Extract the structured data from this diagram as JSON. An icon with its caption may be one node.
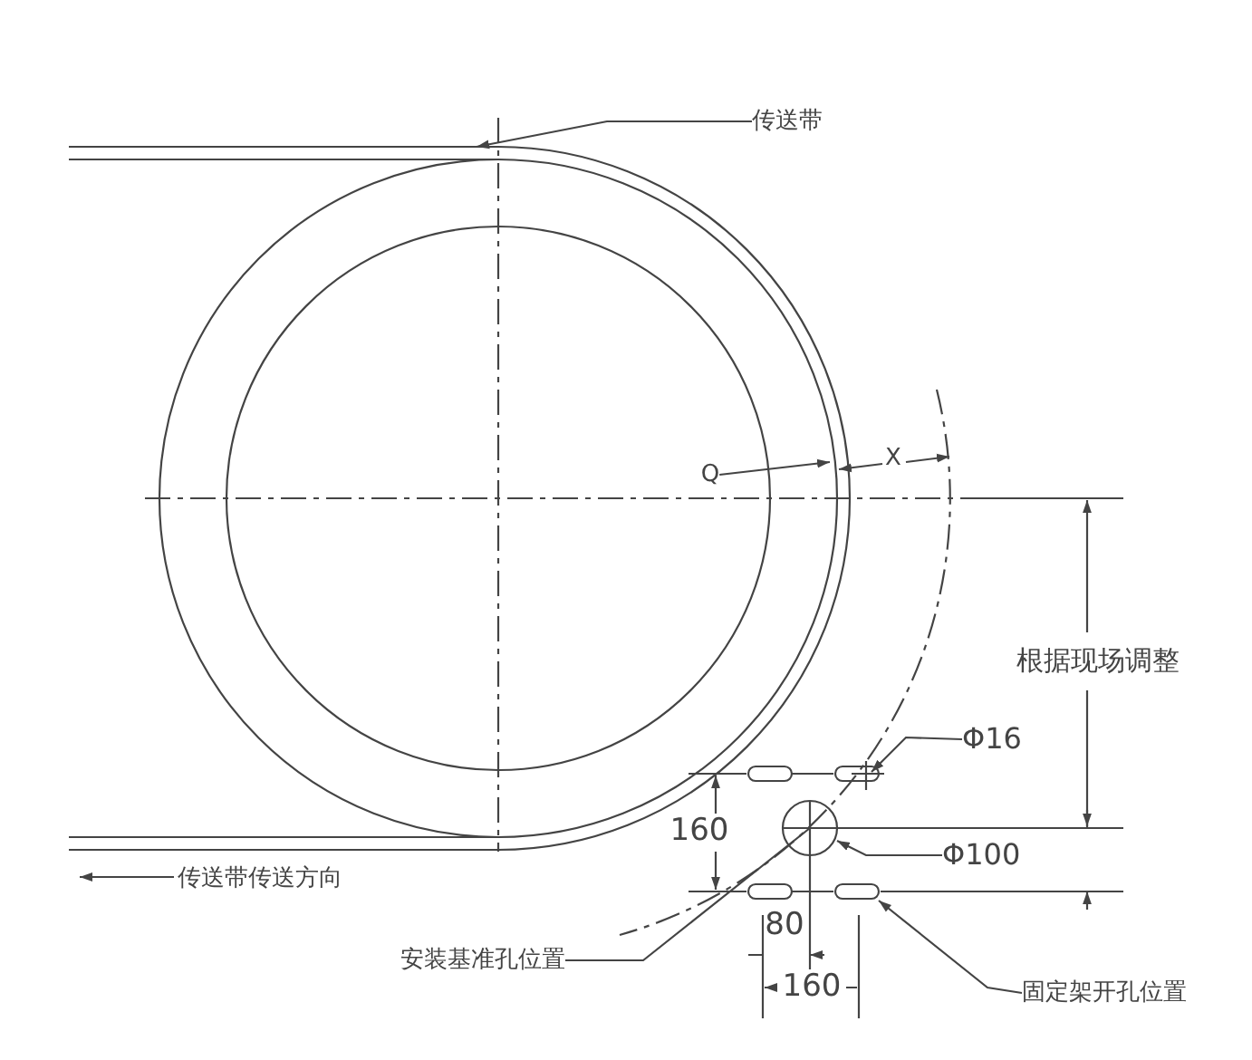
{
  "diagram": {
    "nodes": [
      {
        "text": [
          "传送带"
        ]
      },
      {
        "text": [
          "Q"
        ]
      },
      {
        "text": [
          "Φ16"
        ]
      },
      {
        "text": [
          "Φ100"
        ]
      },
      {
        "text": [
          "安装基准孔位置"
        ]
      },
      {
        "text": [
          "固定架开孔位置"
        ]
      }
    ],
    "edges": [
      {
        "from": 0,
        "to": null,
        "arrow": "to"
      },
      {
        "from": 1,
        "to": null,
        "arrow": "to"
      },
      {
        "from": 2,
        "to": null,
        "arrow": "to"
      },
      {
        "from": 3,
        "to": null,
        "arrow": "to"
      },
      {
        "from": 4,
        "to": null,
        "arrow": "none"
      },
      {
        "from": 5,
        "to": null,
        "arrow": "to"
      }
    ],
    "labels": [
      "X",
      "根据现场调整",
      "160",
      "80",
      "160",
      "传送带传送方向"
    ]
  }
}
